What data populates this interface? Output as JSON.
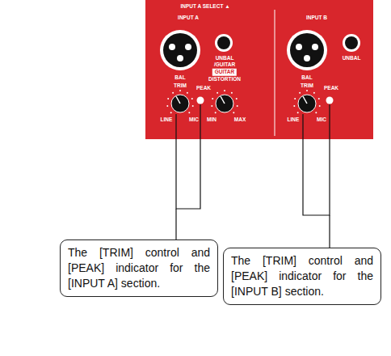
{
  "diagram": {
    "nodes": [
      {
        "text": [
          "The [TRIM] control and [PEAK] indicator for the [INPUT A] section."
        ]
      },
      {
        "text": [
          "The [TRIM] control and [PEAK] indicator for the [INPUT B] section."
        ]
      }
    ],
    "labels": [
      "INPUT A SELECT ▲",
      "INPUT A",
      "INPUT B",
      "BAL",
      "UNBAL",
      "/GUITAR",
      "GUITAR",
      "DISTORTION",
      "TRIM",
      "PEAK",
      "LINE",
      "MIC",
      "MIN",
      "MAX",
      "BAL",
      "UNBAL",
      "TRIM",
      "PEAK",
      "LINE",
      "MIC"
    ]
  }
}
